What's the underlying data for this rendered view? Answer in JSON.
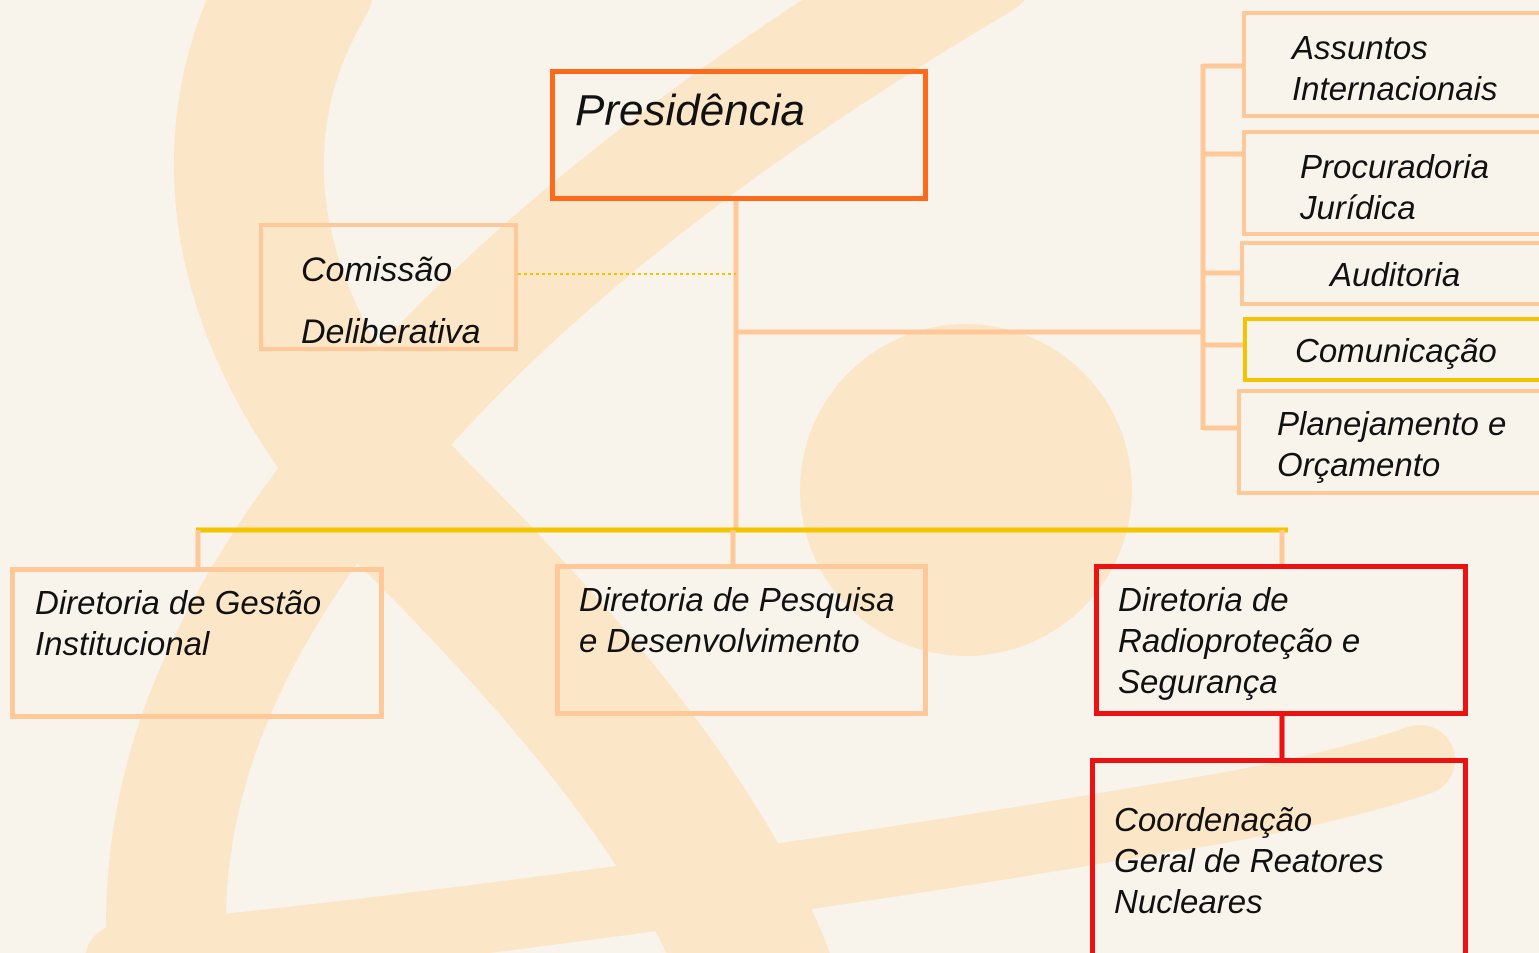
{
  "colors": {
    "background": "#f8f4ec",
    "watermark": "#fbe6c8",
    "presidencia_border": "#ff6a1a",
    "peach_border": "#ffc898",
    "yellow_border": "#f5c400",
    "red_border": "#ee1111",
    "dotted_link": "#f5c400"
  },
  "presidencia": {
    "label": "Presidência"
  },
  "comissao": {
    "line1": "Comissão",
    "line2": "Deliberativa"
  },
  "assessorias": [
    {
      "line1": "Assuntos",
      "line2": "Internacionais"
    },
    {
      "line1": "Procuradoria",
      "line2": "Jurídica"
    },
    {
      "line1": "Auditoria"
    },
    {
      "line1": "Comunicação"
    },
    {
      "line1": "Planejamento e",
      "line2": "Orçamento"
    }
  ],
  "diretorias": [
    {
      "line1": "Diretoria de Gestão",
      "line2": "Institucional"
    },
    {
      "line1": "Diretoria de Pesquisa",
      "line2": "e Desenvolvimento"
    },
    {
      "line1": "Diretoria de",
      "line2": "Radioproteção e",
      "line3": "Segurança"
    }
  ],
  "coordenacao": {
    "line1": "Coordenação",
    "line2": "Geral de Reatores",
    "line3": "Nucleares"
  }
}
